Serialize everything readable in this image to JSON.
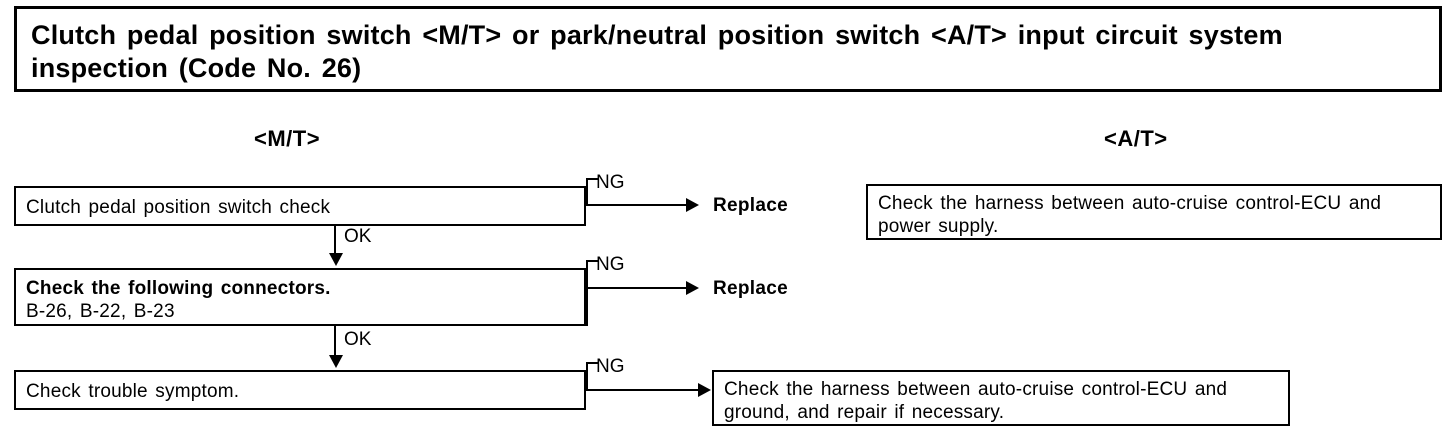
{
  "title": {
    "text": "Clutch pedal position switch <M/T> or park/neutral position switch <A/T> input circuit system inspection (Code No. 26)"
  },
  "headings": {
    "manual": "<M/T>",
    "automatic": "<A/T>"
  },
  "flow": {
    "mt_boxes": [
      {
        "id": "clutch-check",
        "line1": "Clutch pedal position switch check",
        "line2": ""
      },
      {
        "id": "connectors",
        "line1": "Check the following connectors.",
        "line2": "B-26,  B-22,  B-23"
      },
      {
        "id": "trouble-symptom",
        "line1": "Check trouble symptom.",
        "line2": ""
      }
    ],
    "at_boxes": [
      {
        "id": "harness-power",
        "line1": "Check the harness between auto-cruise control-ECU and",
        "line2": "power  supply."
      },
      {
        "id": "harness-ground",
        "line1": "Check the harness between auto-cruise control-ECU and",
        "line2": "ground,  and  repair  if  necessary."
      }
    ],
    "edge_labels": {
      "ng1": "NG",
      "ng2": "NG",
      "ng3": "NG",
      "ok1": "OK",
      "ok2": "OK"
    },
    "terminals": {
      "replace1": "Replace",
      "replace2": "Replace"
    }
  },
  "colors": {
    "ink": "#000000",
    "paper": "#ffffff"
  }
}
